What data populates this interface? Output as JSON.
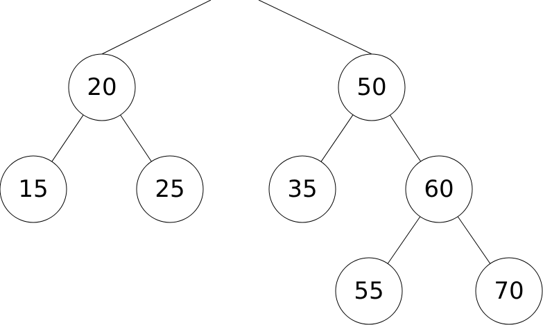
{
  "tree": {
    "nodes": [
      {
        "id": "n20",
        "value": "20"
      },
      {
        "id": "n50",
        "value": "50"
      },
      {
        "id": "n15",
        "value": "15"
      },
      {
        "id": "n25",
        "value": "25"
      },
      {
        "id": "n35",
        "value": "35"
      },
      {
        "id": "n60",
        "value": "60"
      },
      {
        "id": "n55",
        "value": "55"
      },
      {
        "id": "n70",
        "value": "70"
      }
    ],
    "edges": [
      {
        "from": "n20",
        "to": "n15"
      },
      {
        "from": "n20",
        "to": "n25"
      },
      {
        "from": "n50",
        "to": "n35"
      },
      {
        "from": "n50",
        "to": "n60"
      },
      {
        "from": "n60",
        "to": "n55"
      },
      {
        "from": "n60",
        "to": "n70"
      }
    ]
  }
}
